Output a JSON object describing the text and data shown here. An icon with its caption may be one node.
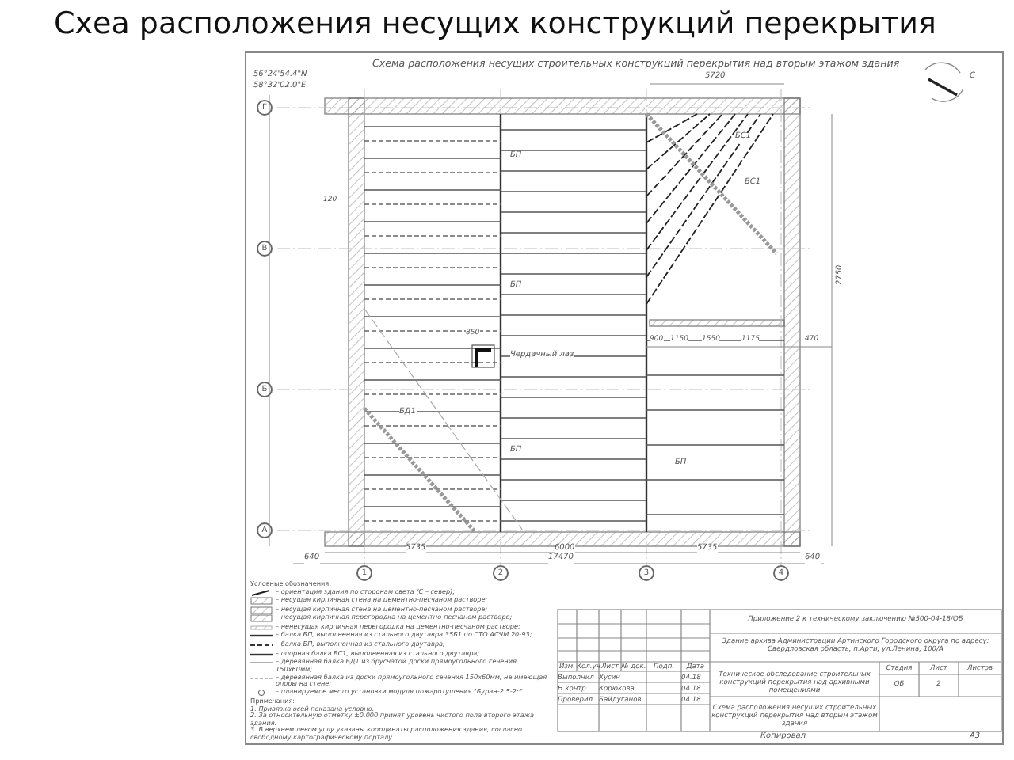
{
  "diagram": {
    "title": "Схеа расположения несущих конструкций перекрытия",
    "labels": [
      "Схема расположения несущих строительных конструкций перекрытия над вторым этажом здания",
      "56°24'54.4\"N",
      "58°32'02.0\"E",
      "С",
      "Г",
      "В",
      "Б",
      "А",
      "1",
      "2",
      "3",
      "4",
      "5720",
      "5735",
      "6000",
      "5735",
      "640",
      "17470",
      "640",
      "2750",
      "900",
      "1150",
      "1550",
      "1175",
      "470",
      "БП",
      "БП",
      "БП",
      "БД1",
      "БС1",
      "БС1",
      "БП",
      "Чердачный лаз",
      "850",
      "120",
      "Условные обозначения:",
      "Примечания:",
      "1. Привязка осей показана условно.",
      "2. За относительную отметку ±0.000 принят уровень чистого пола второго этажа здания.",
      "3. В верхнем левом углу указаны координаты расположения здания, согласно свободному картографическому порталу.",
      "Приложение 2 к техническому заключению №500-04-18/ОБ",
      "Здание архива Администрации Артинского Городского округа по адресу: Свердловская область, п.Арти, ул.Ленина, 100/А",
      "Техническое обследование строительных конструкций перекрытия над архивными помещениями",
      "Стадия",
      "Лист",
      "Листов",
      "ОБ",
      "2",
      "Схема расположения несущих строительных конструкций перекрытия над вторым этажом здания",
      "Изм.",
      "Кол.уч",
      "Лист",
      "№ док.",
      "Подп.",
      "Дата",
      "Выполнил",
      "Хусин",
      "04.18",
      "Н.контр.",
      "Корюкова",
      "04.18",
      "Проверил",
      "Байдуганов",
      "04.18",
      "Копировал",
      "А3"
    ],
    "legend": [
      {
        "text": "– ориентация здания по сторонам света (С – север);"
      },
      {
        "text": "– несущая кирпичная стена на цементно-песчаном растворе;"
      },
      {
        "text": "– несущая кирпичная стена на цементно-песчаном растворе;"
      },
      {
        "text": "– несущая кирпичная перегородка на цементно-песчаном растворе;"
      },
      {
        "text": "– ненесущая кирпичная перегородка на цементно-песчаном растворе;"
      },
      {
        "text": "– балка БП, выполненная из стального двутавра 35Б1 по СТО АСЧМ 20-93;"
      },
      {
        "text": "– балка БП, выполненная из стального двутавра;"
      },
      {
        "text": "– опорная балка БС1, выполненная из стального двутавра;"
      },
      {
        "text": "– деревянная балка БД1 из брусчатой доски прямоугольного сечения 150x60мм;"
      },
      {
        "text": "– деревянная балка из доски прямоугольного сечения 150x60мм, не имеющая опоры на стене;"
      },
      {
        "text": "– планируемое место установки модуля пожаротушения \"Буран-2.5-2с\"."
      }
    ]
  }
}
